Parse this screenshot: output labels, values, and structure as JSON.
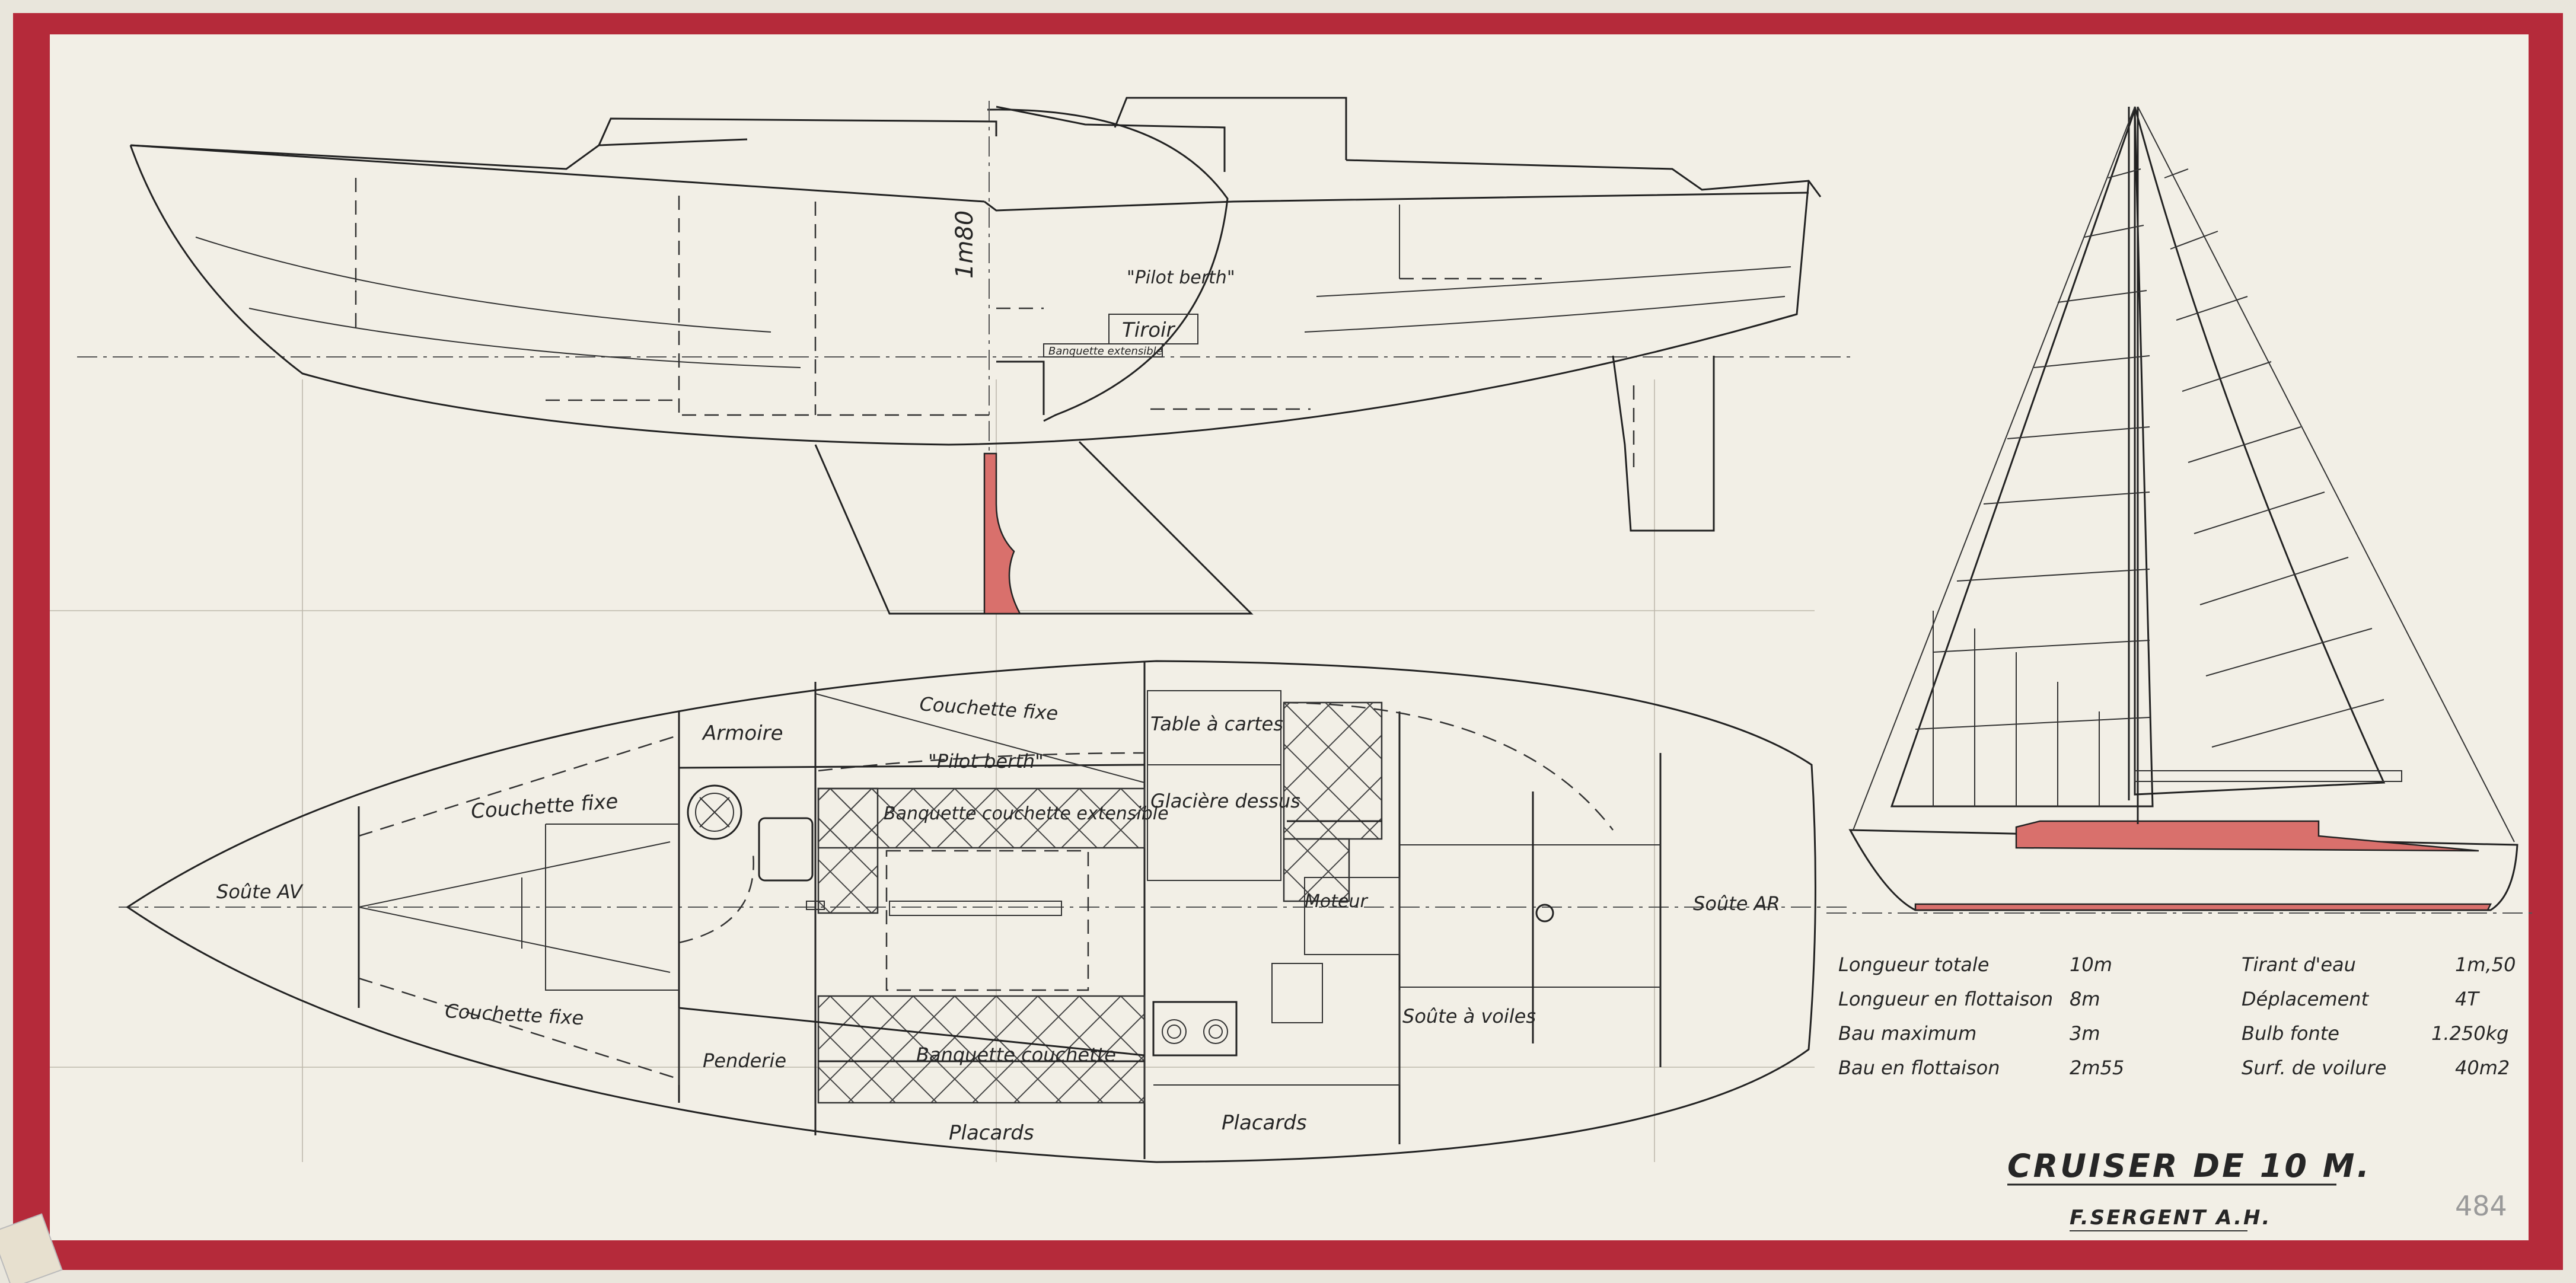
{
  "labels": {
    "pilot_berth_profile": "\"Pilot berth\"",
    "tiroir": "Tiroir",
    "banquette_profile": "Banquette extensible",
    "height_mark": "1m80",
    "armoire": "Armoire",
    "couchette_fixe_top": "Couchette fixe",
    "pilot_berth_plan": "\"Pilot berth\"",
    "table_a_cartes": "Table à cartes",
    "couchette_fixe_fwd_top": "Couchette fixe",
    "banquette_couchette_ext": "Banquette couchette extensible",
    "glaciere": "Glacière dessus",
    "soute_av": "Soûte AV",
    "moteur": "Moteur",
    "soute_ar": "Soûte AR",
    "couchette_fixe_fwd_bottom": "Couchette fixe",
    "soute_a_voiles": "Soûte à voiles",
    "penderie": "Penderie",
    "banquette_couchette": "Banquette couchette",
    "placards_left": "Placards",
    "placards_right": "Placards"
  },
  "specs_left": [
    {
      "label": "Longueur totale",
      "value": "10m"
    },
    {
      "label": "Longueur en flottaison",
      "value": "8m"
    },
    {
      "label": "Bau maximum",
      "value": "3m"
    },
    {
      "label": "Bau en flottaison",
      "value": "2m55"
    }
  ],
  "specs_right": [
    {
      "label": "Tirant d'eau",
      "value": "1m,50"
    },
    {
      "label": "Déplacement",
      "value": "4T"
    },
    {
      "label": "Bulb fonte",
      "value": "1.250kg"
    },
    {
      "label": "Surf. de voilure",
      "value": "40m2"
    }
  ],
  "title": "CRUISER DE 10 M.",
  "author": "F.SERGENT A.H.",
  "sheet_number": "484",
  "colors": {
    "border": "#b52a3a",
    "paper": "#f2efe6",
    "ink": "#222222",
    "accent_red": "#d9706c"
  }
}
